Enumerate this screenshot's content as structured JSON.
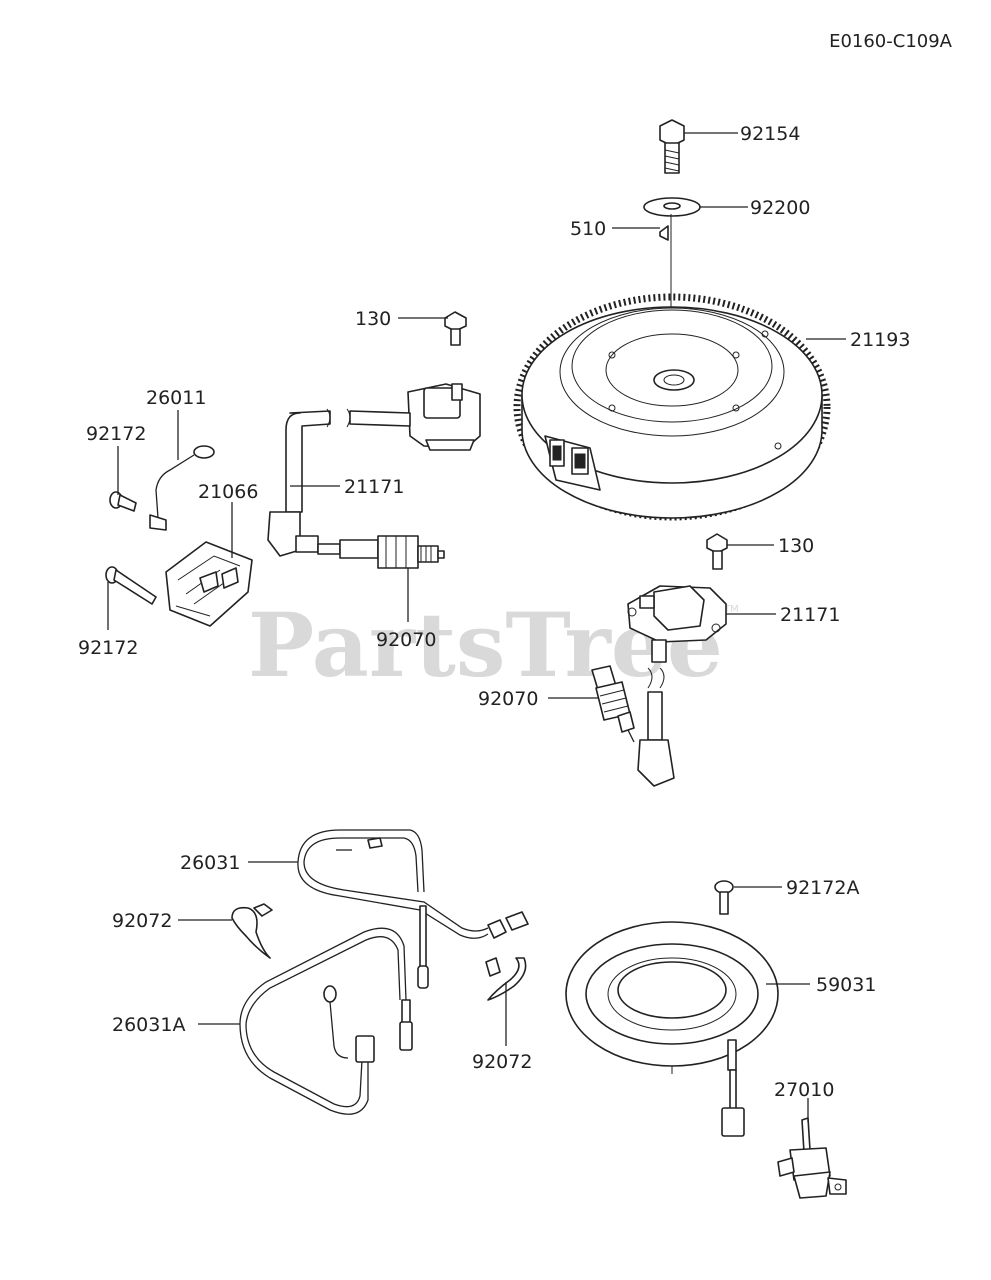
{
  "diagram_code": "E0160-C109A",
  "watermark": "PartsTree",
  "watermark_tm": "TM",
  "callouts": {
    "bolt_top": "92154",
    "washer": "92200",
    "key": "510",
    "flywheel": "21193",
    "bolt_coil_left": "130",
    "ground_lead": "26011",
    "screw_upper_left": "92172",
    "regulator": "21066",
    "coil_left": "21171",
    "screw_lower_left": "92172",
    "plug_left": "92070",
    "bolt_coil_right": "130",
    "coil_right": "21171",
    "plug_right": "92070",
    "harness": "26031",
    "clamp_left": "92072",
    "harness_a": "26031A",
    "clamp_right": "92072",
    "screw_stator": "92172A",
    "stator": "59031",
    "switch": "27010"
  }
}
